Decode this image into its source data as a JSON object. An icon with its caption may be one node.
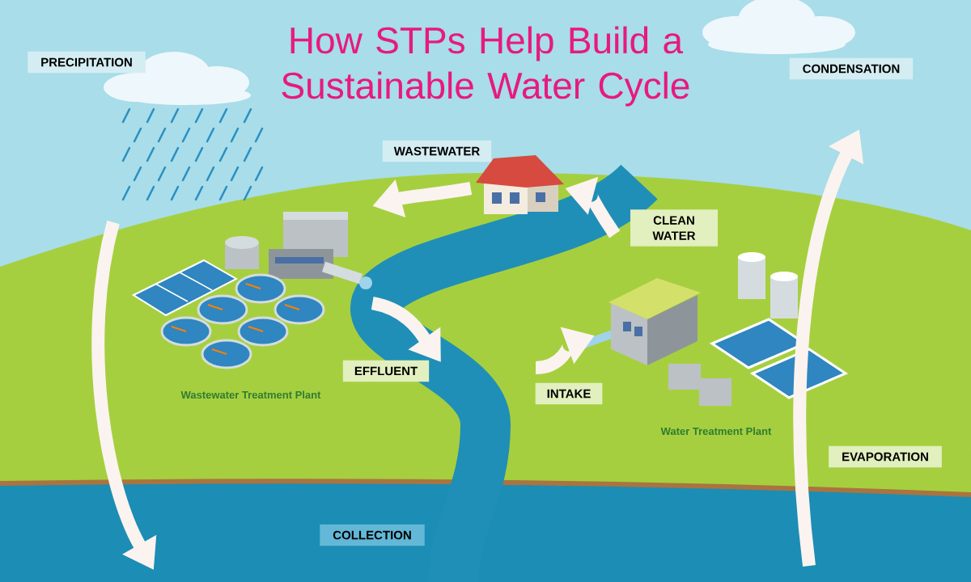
{
  "diagram": {
    "title": "How STPs Help Build a Sustainable Water Cycle",
    "nodes": [
      {
        "text": [],
        "shape": "picture"
      },
      {
        "text": [
          "Wastewater Treatment Plant"
        ]
      },
      {
        "text": [
          "Water Treatment Plant"
        ]
      }
    ],
    "edges": [
      {
        "from": 0,
        "to": 1,
        "arrow": "to",
        "label": "WASTEWATER"
      },
      {
        "from": 1,
        "to": null,
        "arrow": "to",
        "label": "EFFLUENT"
      },
      {
        "from": null,
        "to": 2,
        "arrow": "to",
        "label": "INTAKE"
      },
      {
        "from": 2,
        "to": 0,
        "arrow": "to",
        "label": "CLEAN WATER"
      }
    ],
    "labels": [
      "PRECIPITATION",
      "CONDENSATION",
      "EVAPORATION",
      "COLLECTION"
    ]
  }
}
